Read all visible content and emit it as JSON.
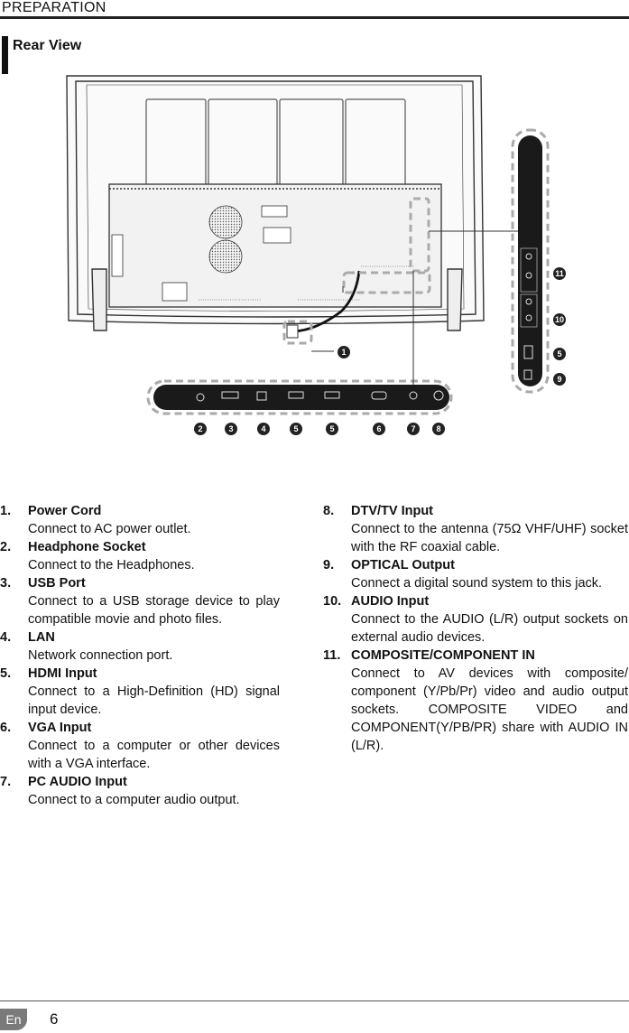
{
  "header": {
    "title": "PREPARATION"
  },
  "section": {
    "title": "Rear View"
  },
  "diagram": {
    "badges": [
      "1",
      "2",
      "3",
      "4",
      "5",
      "5",
      "6",
      "7",
      "8",
      "9",
      "5",
      "10",
      "11"
    ]
  },
  "items_left": [
    {
      "num": "1.",
      "head": "Power Cord",
      "desc": "Connect to AC power outlet."
    },
    {
      "num": "2.",
      "head": "Headphone Socket",
      "desc": "Connect to the Headphones."
    },
    {
      "num": "3.",
      "head": "USB Port",
      "desc": "Connect to a USB storage device to play compatible movie and photo files."
    },
    {
      "num": "4.",
      "head": "LAN",
      "desc": "Network connection port."
    },
    {
      "num": "5.",
      "head": "HDMI Input",
      "desc": "Connect to a High-Definition (HD) signal input device."
    },
    {
      "num": "6.",
      "head": "VGA Input",
      "desc": "Connect to a computer or other devices with a VGA interface."
    },
    {
      "num": "7.",
      "head": "PC AUDIO Input",
      "desc": "Connect to a computer audio output."
    }
  ],
  "items_right": [
    {
      "num": "8.",
      "head": "DTV/TV Input",
      "desc": "Connect to the antenna (75Ω VHF/UHF) socket with the RF coaxial cable."
    },
    {
      "num": "9.",
      "head": "OPTICAL Output",
      "desc": "Connect a digital sound system to this jack."
    },
    {
      "num": "10.",
      "head": "AUDIO Input",
      "desc": "Connect to the AUDIO (L/R) output sockets on external audio devices."
    },
    {
      "num": "11.",
      "head": "COMPOSITE/COMPONENT IN",
      "desc": "Connect to AV devices with composite/ component (Y/Pb/Pr) video and audio output sockets. COMPOSITE VIDEO and COMPONENT(Y/PB/PR) share with  AUDIO IN (L/R)."
    }
  ],
  "footer": {
    "lang": "En",
    "page": "6"
  }
}
